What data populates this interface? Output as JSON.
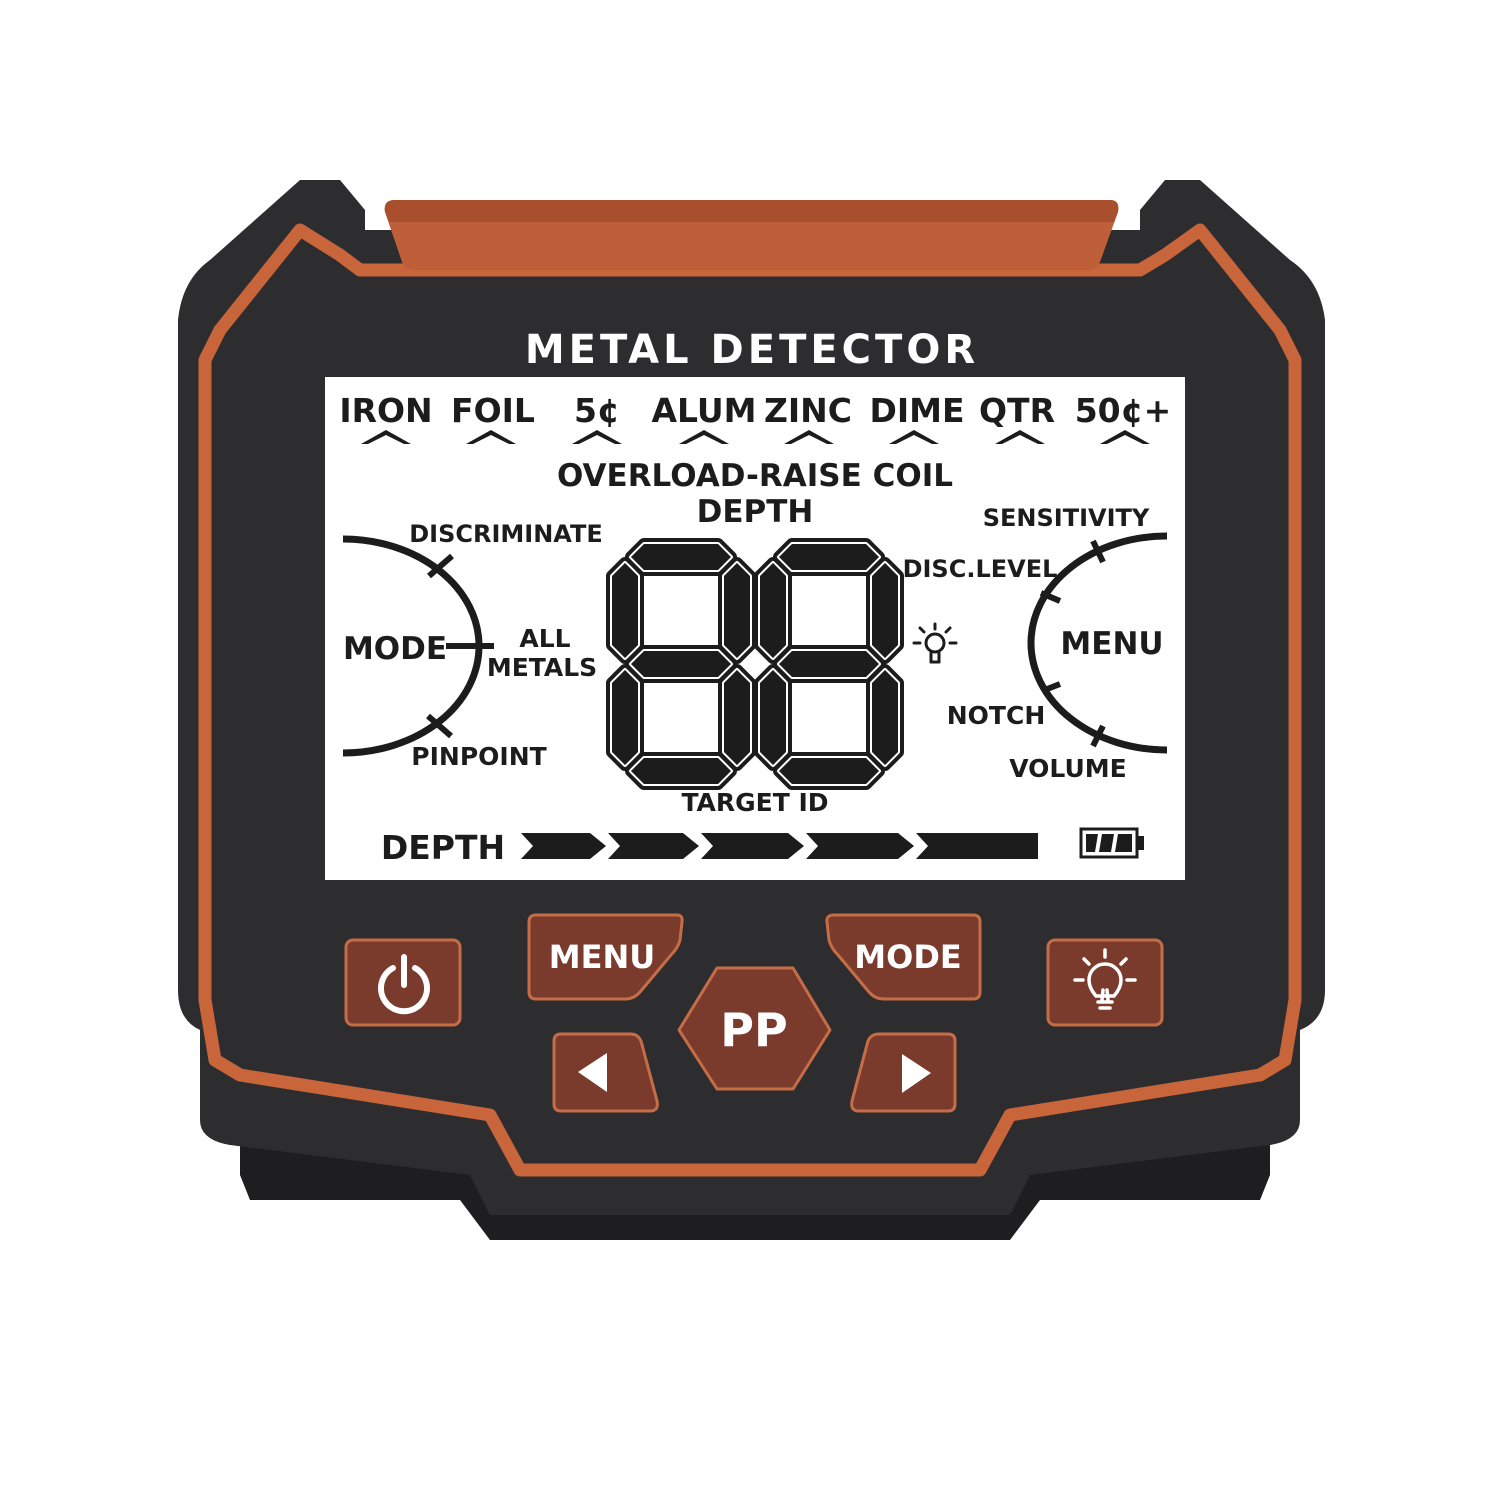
{
  "device": {
    "title": "METAL DETECTOR",
    "colors": {
      "body": "#2d2c2e",
      "body_dark": "#1e1d1f",
      "accent": "#c9653b",
      "accent_handle": "#bf5f39",
      "button": "#7a3a2c",
      "button_border": "#c56d47",
      "lcd_bg": "#ffffff",
      "lcd_ink": "#1c1c1c"
    }
  },
  "lcd": {
    "target_labels": [
      "IRON",
      "FOIL",
      "5¢",
      "ALUM",
      "ZINC",
      "DIME",
      "QTR",
      "50¢+"
    ],
    "overload_label": "OVERLOAD-RAISE COIL",
    "depth_label_top": "DEPTH",
    "mode_dial": {
      "label": "MODE",
      "discriminate": "DISCRIMINATE",
      "all_metals_line1": "ALL",
      "all_metals_line2": "METALS",
      "pinpoint": "PINPOINT"
    },
    "menu_dial": {
      "label": "MENU",
      "sensitivity": "SENSITIVITY",
      "disc_level": "DISC.LEVEL",
      "notch": "NOTCH",
      "volume": "VOLUME"
    },
    "target_id_label": "TARGET ID",
    "depth_label_bottom": "DEPTH",
    "depth_bar_segments": 5,
    "icons": [
      "backlight-icon",
      "battery-icon"
    ]
  },
  "buttons": {
    "power": "power-icon",
    "menu": "MENU",
    "mode": "MODE",
    "pinpoint": "PP",
    "left": "left-arrow-icon",
    "right": "right-arrow-icon",
    "light": "backlight-icon"
  }
}
